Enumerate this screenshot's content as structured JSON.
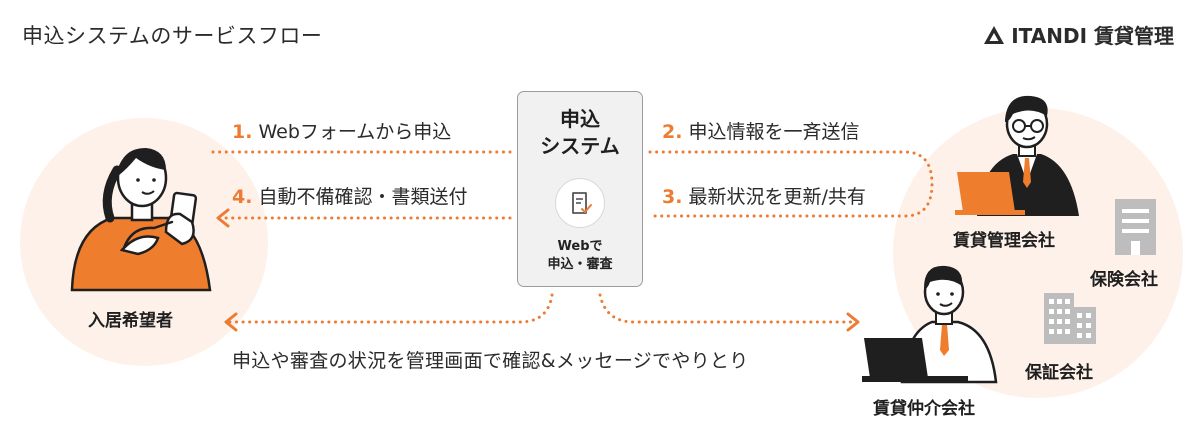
{
  "header": {
    "title": "申込システムのサービスフロー",
    "brand": "ITANDI 賃貸管理"
  },
  "system": {
    "title": "申込\nシステム",
    "subtitle": "Webで\n申込・審査"
  },
  "flows": [
    {
      "number": "1.",
      "label": "Webフォームから申込"
    },
    {
      "number": "2.",
      "label": "申込情報を一斉送信"
    },
    {
      "number": "3.",
      "label": "最新状況を更新/共有"
    },
    {
      "number": "4.",
      "label": "自動不備確認・書類送付"
    }
  ],
  "bottom_message": "申込や審査の状況を管理画面で確認&メッセージでやりとり",
  "parties": {
    "applicant": "入居希望者",
    "management": "賃貸管理会社",
    "insurance": "保険会社",
    "guarantor": "保証会社",
    "broker": "賃貸仲介会社"
  },
  "colors": {
    "accent": "#ec7b33",
    "background_circle": "#fdf1ea",
    "system_box": "#f1f1f1",
    "text": "#2b2b2b"
  }
}
